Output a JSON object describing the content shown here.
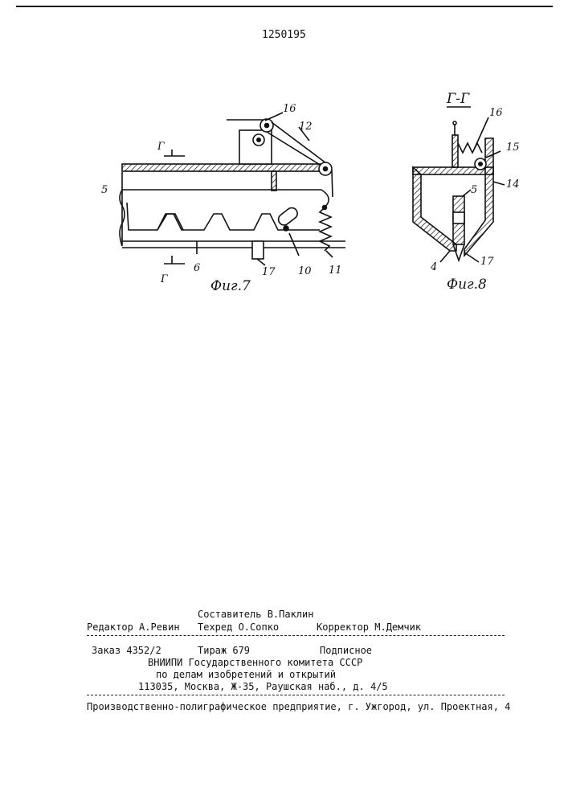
{
  "patent_number": "1250195",
  "fig7": {
    "caption": "Фиг.7",
    "section_mark": "Г",
    "labels": {
      "n5": "5",
      "n6": "6",
      "n10": "10",
      "n11": "11",
      "n12": "12",
      "n16": "16",
      "n17": "17"
    }
  },
  "fig8": {
    "caption": "Фиг.8",
    "section_title": "Г-Г",
    "labels": {
      "n4": "4",
      "n5": "5",
      "n14": "14",
      "n15": "15",
      "n16": "16",
      "n17": "17"
    }
  },
  "imprint": {
    "compiler": "Составитель В.Паклин",
    "editor": "Редактор А.Ревин",
    "techred": "Техред О.Сопко",
    "corrector": "Корректор М.Демчик",
    "order": "Заказ 4352/2",
    "circulation": "Тираж 679",
    "subscription": "Подписное",
    "org_line1": "ВНИИПИ Государственного комитета СССР",
    "org_line2": "по делам изобретений и открытий",
    "address": "113035, Москва, Ж-35, Раушская наб., д. 4/5",
    "printer": "Производственно-полиграфическое предприятие, г. Ужгород, ул. Проектная, 4"
  }
}
